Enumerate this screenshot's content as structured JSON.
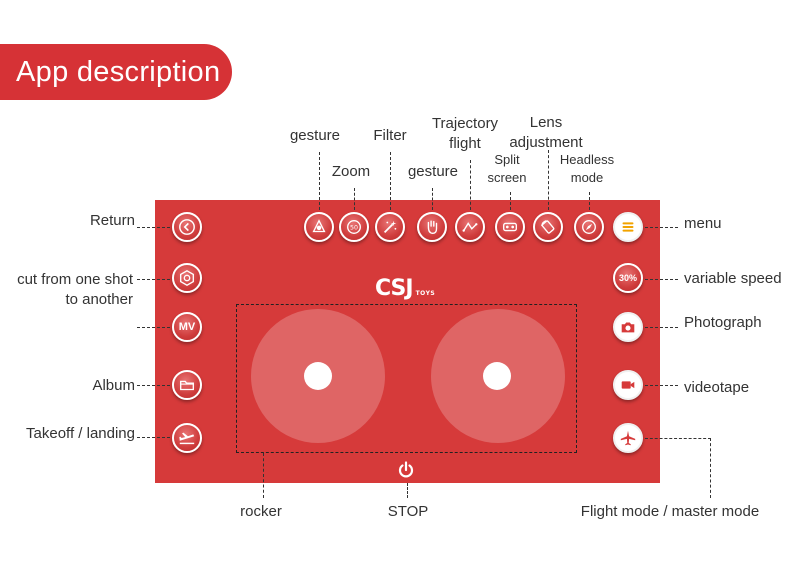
{
  "banner": {
    "title": "App description"
  },
  "logo": {
    "brand": "CSJ",
    "sub": "TOYS"
  },
  "left_buttons": {
    "mv_label": "MV"
  },
  "right_buttons": {
    "speed_label": "30%"
  },
  "labels": {
    "return": "Return",
    "cut_line1": "cut from one shot",
    "cut_line2": "to another",
    "album": "Album",
    "takeoff": "Takeoff / landing",
    "gesture1": "gesture",
    "zoom": "Zoom",
    "filter": "Filter",
    "gesture2": "gesture",
    "trajectory_line1": "Trajectory",
    "trajectory_line2": "flight",
    "split_line1": "Split",
    "split_line2": "screen",
    "lens_line1": "Lens",
    "lens_line2": "adjustment",
    "headless_line1": "Headless",
    "headless_line2": "mode",
    "menu": "menu",
    "variable_speed": "variable speed",
    "photograph": "Photograph",
    "videotape": "videotape",
    "rocker": "rocker",
    "stop": "STOP",
    "flight_mode": "Flight mode / master mode"
  },
  "colors": {
    "accent": "#d63236",
    "screen": "#d63a3a"
  }
}
